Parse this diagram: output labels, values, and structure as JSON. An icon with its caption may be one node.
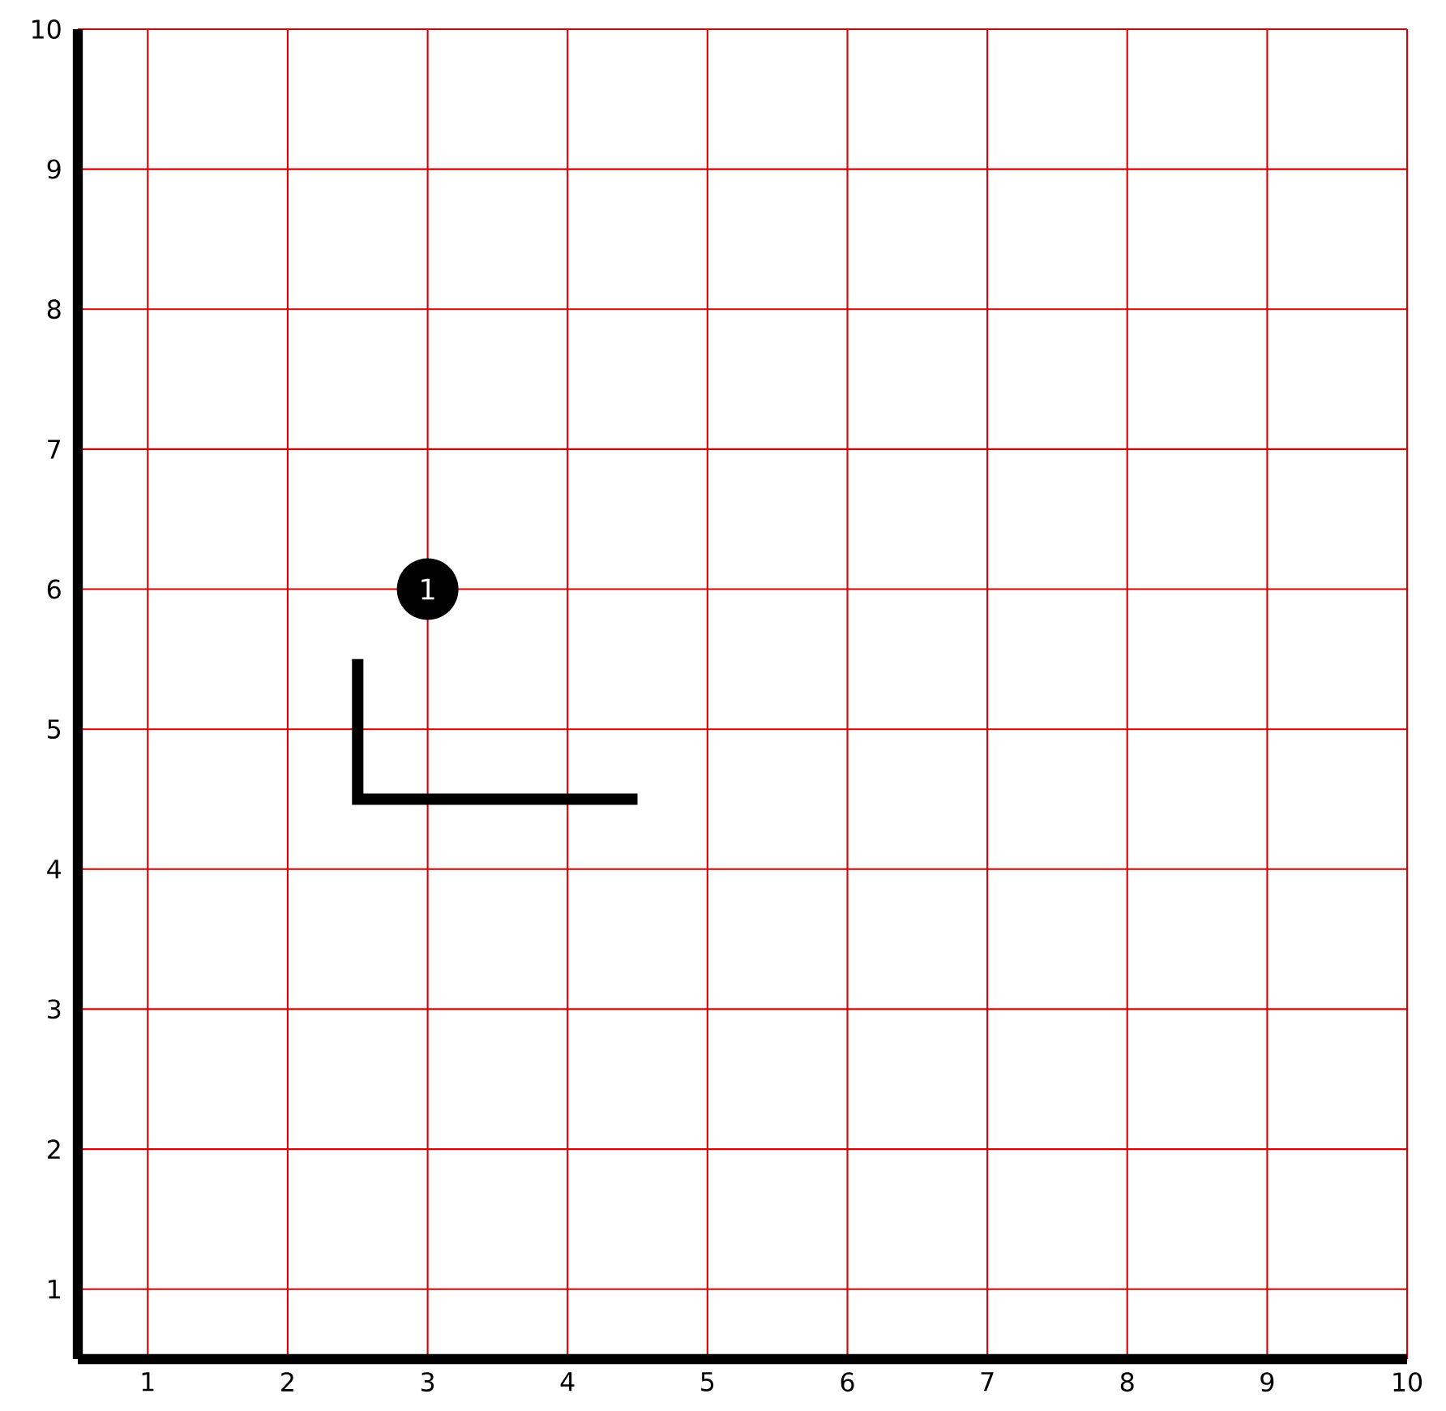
{
  "diagram": {
    "chart_data": {
      "type": "scatter",
      "xlim": [
        0.5,
        10
      ],
      "ylim": [
        0.5,
        10
      ],
      "xticks": [
        1,
        2,
        3,
        4,
        5,
        6,
        7,
        8,
        9,
        10
      ],
      "yticks": [
        1,
        2,
        3,
        4,
        5,
        6,
        7,
        8,
        9,
        10
      ],
      "grid": true,
      "x": [
        3
      ],
      "series": [
        {
          "color": "#000000",
          "values": [
            6
          ]
        }
      ],
      "value_labels": [
        "1"
      ]
    }
  }
}
